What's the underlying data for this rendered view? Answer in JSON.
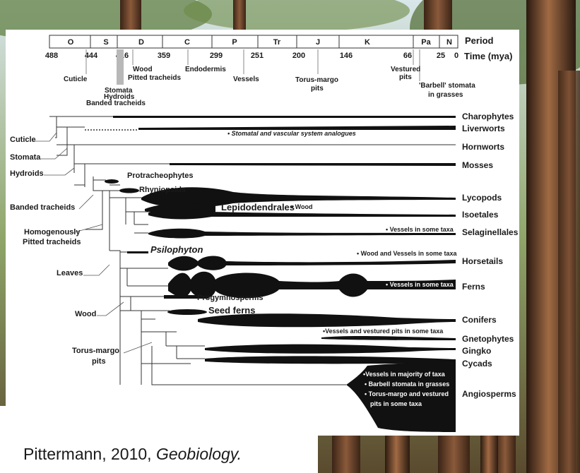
{
  "timeline": {
    "periods": [
      "O",
      "S",
      "D",
      "C",
      "P",
      "Tr",
      "J",
      "K",
      "Pa",
      "N"
    ],
    "period_label": "Period",
    "ticks": [
      "488",
      "444",
      "416",
      "359",
      "299",
      "251",
      "200",
      "146",
      "66",
      "25",
      "0"
    ],
    "time_label": "Time (mya)",
    "events": {
      "cuticle": "Cuticle",
      "stomata": "Stomata",
      "hydroids": "Hydroids",
      "banded": "Banded tracheids",
      "wood": "Wood",
      "pitted": "Pitted tracheids",
      "endodermis": "Endodermis",
      "vessels": "Vessels",
      "torus_1": "Torus-margo",
      "torus_2": "pits",
      "vestured_1": "Vestured",
      "vestured_2": "pits",
      "barbell_1": "'Barbell' stomata",
      "barbell_2": "in grasses"
    }
  },
  "traits": {
    "cuticle": "Cuticle",
    "stomata": "Stomata",
    "hydroids": "Hydroids",
    "banded": "Banded tracheids",
    "homog_1": "Homogenously",
    "homog_2": "Pitted tracheids",
    "leaves": "Leaves",
    "wood": "Wood",
    "torus_1": "Torus-margo",
    "torus_2": "pits"
  },
  "taxa": {
    "charophytes": "Charophytes",
    "liverworts": "Liverworts",
    "hornworts": "Hornworts",
    "mosses": "Mosses",
    "lycopods": "Lycopods",
    "isoetales": "Isoetales",
    "selaginellales": "Selaginellales",
    "horsetails": "Horsetails",
    "ferns": "Ferns",
    "conifers": "Conifers",
    "gnetophytes": "Gnetophytes",
    "gingko": "Gingko",
    "cycads": "Cycads",
    "angiosperms": "Angiosperms"
  },
  "fossils": {
    "protracheophytes": "Protracheophytes",
    "rhyniopsids": "Rhyniopsids",
    "lepidodendrales": "Lepidodendrales",
    "psilophyton": "Psilophyton",
    "progymnosperms": "Progymnosperms",
    "seed_ferns": "Seed ferns"
  },
  "notes": {
    "analogues": "• Stomatal and vascular system analogues",
    "wood": "• Wood",
    "selag_vessels": "• Vessels in some taxa",
    "horsetail_wood": "• Wood and Vessels in some taxa",
    "fern_vessels": "• Vessels in some taxa",
    "gneto_vessels": "•Vessels and vestured pits in some taxa",
    "angio_1": "•Vessels in majority of  taxa",
    "angio_2": "• Barbell stomata in grasses",
    "angio_3": "• Torus-margo and vestured",
    "angio_4": "pits in some taxa"
  },
  "citation": {
    "author_year": "Pittermann, 2010, ",
    "journal": "Geobiology."
  }
}
